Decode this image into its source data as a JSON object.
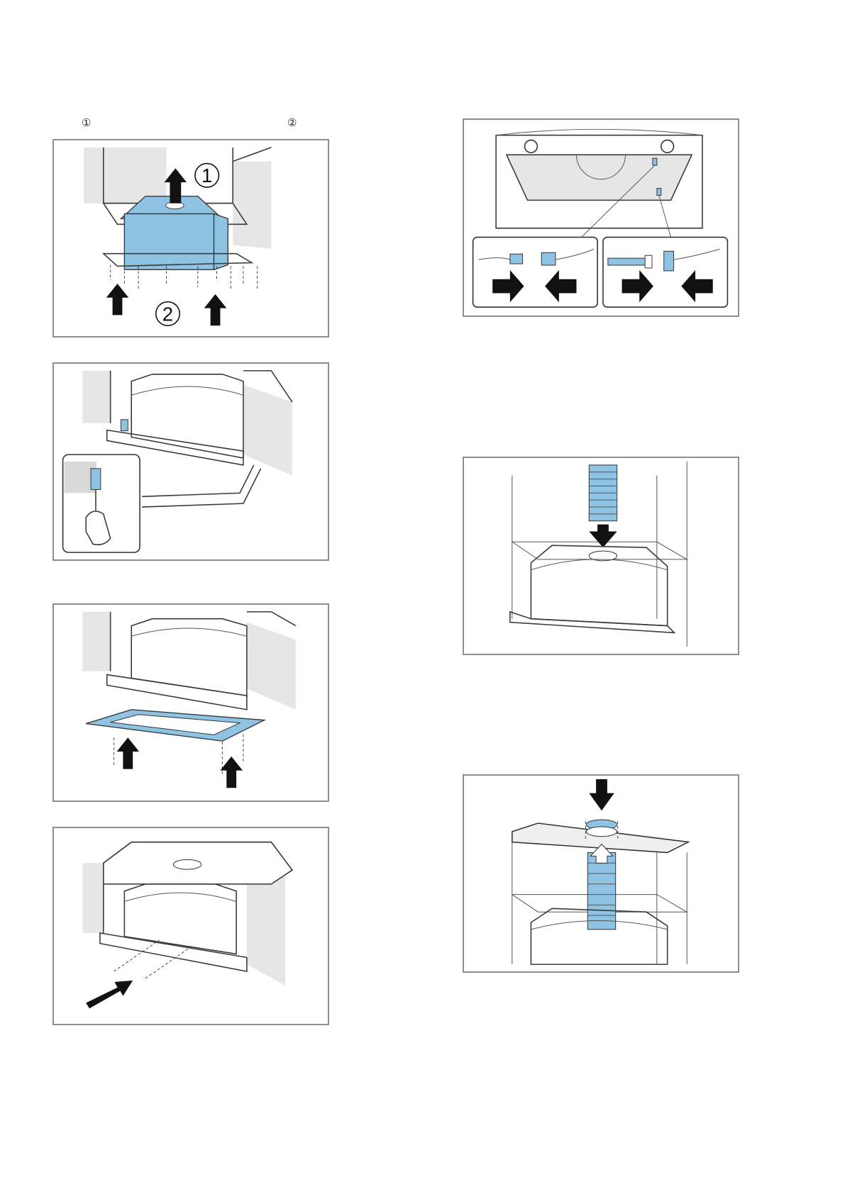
{
  "page": {
    "legend_markers": [
      "①",
      "②"
    ]
  },
  "figures": {
    "fig1": {
      "callouts": [
        "1",
        "2"
      ]
    },
    "fig2": {},
    "fig3": {},
    "fig4": {},
    "fig5": {},
    "fig6": {},
    "fig7": {}
  },
  "colors": {
    "accent_blue": "#8fc3e3",
    "frame": "#8e8e8e",
    "arrow": "#111111"
  }
}
